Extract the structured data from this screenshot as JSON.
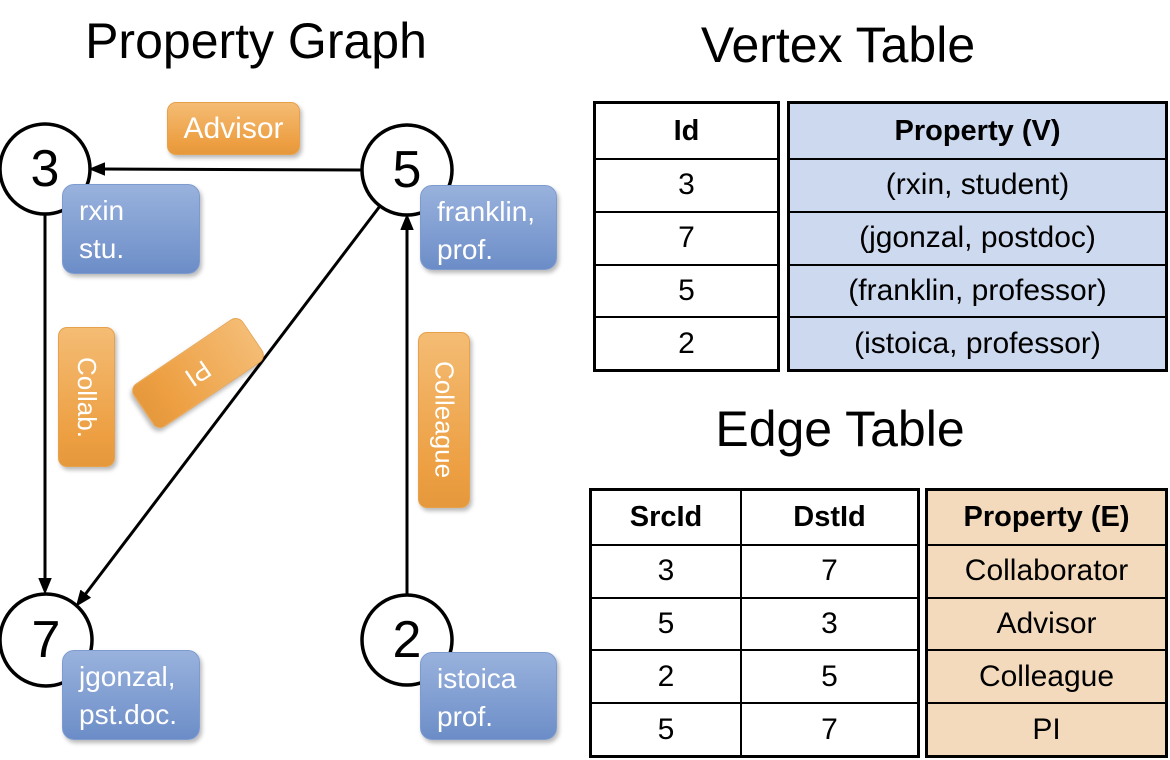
{
  "colors": {
    "edge_label_gradient_top": "#f4bc74",
    "edge_label_gradient_bottom": "#e5993c",
    "vertex_property_gradient_top": "#99b2dd",
    "vertex_property_gradient_bottom": "#6b8cc7",
    "vertex_table_cell_fill": "#cdd9ee",
    "edge_table_cell_fill": "#f3dabd",
    "graph_line": "#000000",
    "text_on_boxes": "#ffffff",
    "table_text": "#000000"
  },
  "graph": {
    "title": "Property Graph",
    "nodes": [
      {
        "id": "3",
        "property_line1": "rxin",
        "property_line2": "stu."
      },
      {
        "id": "5",
        "property_line1": "franklin,",
        "property_line2": "prof."
      },
      {
        "id": "7",
        "property_line1": "jgonzal,",
        "property_line2": "pst.doc."
      },
      {
        "id": "2",
        "property_line1": "istoica",
        "property_line2": "prof."
      }
    ],
    "edge_labels": [
      {
        "label": "Advisor",
        "from": "5",
        "to": "3"
      },
      {
        "label": "Collab.",
        "from": "3",
        "to": "7"
      },
      {
        "label": "PI",
        "from": "5",
        "to": "7"
      },
      {
        "label": "Colleague",
        "from": "2",
        "to": "5"
      }
    ]
  },
  "vertex_table": {
    "title": "Vertex Table",
    "columns": [
      "Id",
      "Property (V)"
    ],
    "rows": [
      [
        "3",
        "(rxin, student)"
      ],
      [
        "7",
        "(jgonzal, postdoc)"
      ],
      [
        "5",
        "(franklin, professor)"
      ],
      [
        "2",
        "(istoica, professor)"
      ]
    ]
  },
  "edge_table": {
    "title": "Edge Table",
    "columns": [
      "SrcId",
      "DstId",
      "Property (E)"
    ],
    "rows": [
      [
        "3",
        "7",
        "Collaborator"
      ],
      [
        "5",
        "3",
        "Advisor"
      ],
      [
        "2",
        "5",
        "Colleague"
      ],
      [
        "5",
        "7",
        "PI"
      ]
    ]
  }
}
